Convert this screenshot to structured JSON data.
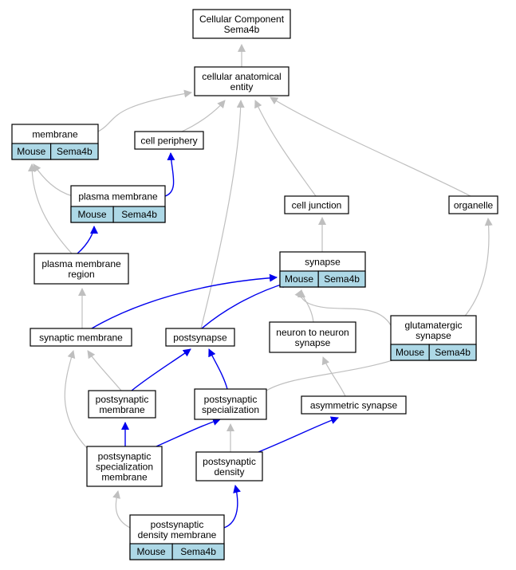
{
  "colors": {
    "badge_fill": "#add8e6",
    "edge_is_a": "#bfbfbf",
    "edge_part_of": "#0000ee",
    "node_stroke": "#000000"
  },
  "nodes": [
    {
      "id": "cc",
      "lines": [
        "Cellular Component",
        "Sema4b"
      ]
    },
    {
      "id": "cae",
      "lines": [
        "cellular anatomical",
        "entity"
      ]
    },
    {
      "id": "membrane",
      "lines": [
        "membrane"
      ],
      "badges": [
        "Mouse",
        "Sema4b"
      ]
    },
    {
      "id": "cellperiph",
      "lines": [
        "cell periphery"
      ]
    },
    {
      "id": "plasmamem",
      "lines": [
        "plasma membrane"
      ],
      "badges": [
        "Mouse",
        "Sema4b"
      ]
    },
    {
      "id": "celljunction",
      "lines": [
        "cell junction"
      ]
    },
    {
      "id": "organelle",
      "lines": [
        "organelle"
      ]
    },
    {
      "id": "pmregion",
      "lines": [
        "plasma membrane",
        "region"
      ]
    },
    {
      "id": "synapse",
      "lines": [
        "synapse"
      ],
      "badges": [
        "Mouse",
        "Sema4b"
      ]
    },
    {
      "id": "synmem",
      "lines": [
        "synaptic membrane"
      ]
    },
    {
      "id": "postsynapse",
      "lines": [
        "postsynapse"
      ]
    },
    {
      "id": "n2n",
      "lines": [
        "neuron to neuron",
        "synapse"
      ]
    },
    {
      "id": "glut",
      "lines": [
        "glutamatergic",
        "synapse"
      ],
      "badges": [
        "Mouse",
        "Sema4b"
      ]
    },
    {
      "id": "psmem",
      "lines": [
        "postsynaptic",
        "membrane"
      ]
    },
    {
      "id": "psspec",
      "lines": [
        "postsynaptic",
        "specialization"
      ]
    },
    {
      "id": "asym",
      "lines": [
        "asymmetric synapse"
      ]
    },
    {
      "id": "psspecmem",
      "lines": [
        "postsynaptic",
        "specialization",
        "membrane"
      ]
    },
    {
      "id": "psd",
      "lines": [
        "postsynaptic",
        "density"
      ]
    },
    {
      "id": "psdmem",
      "lines": [
        "postsynaptic",
        "density membrane"
      ],
      "badges": [
        "Mouse",
        "Sema4b"
      ]
    }
  ],
  "edges": [
    {
      "from": "cae",
      "to": "cc",
      "type": "is_a"
    },
    {
      "from": "membrane",
      "to": "cae",
      "type": "is_a"
    },
    {
      "from": "cellperiph",
      "to": "cae",
      "type": "is_a"
    },
    {
      "from": "postsynapse",
      "to": "cae",
      "type": "is_a"
    },
    {
      "from": "celljunction",
      "to": "cae",
      "type": "is_a"
    },
    {
      "from": "organelle",
      "to": "cae",
      "type": "is_a"
    },
    {
      "from": "plasmamem",
      "to": "membrane",
      "type": "is_a"
    },
    {
      "from": "plasmamem",
      "to": "cellperiph",
      "type": "part_of"
    },
    {
      "from": "pmregion",
      "to": "membrane",
      "type": "is_a"
    },
    {
      "from": "pmregion",
      "to": "plasmamem",
      "type": "part_of"
    },
    {
      "from": "synapse",
      "to": "celljunction",
      "type": "is_a"
    },
    {
      "from": "synmem",
      "to": "pmregion",
      "type": "is_a"
    },
    {
      "from": "synmem",
      "to": "synapse",
      "type": "part_of"
    },
    {
      "from": "postsynapse",
      "to": "synapse",
      "type": "part_of"
    },
    {
      "from": "n2n",
      "to": "synapse",
      "type": "is_a"
    },
    {
      "from": "glut",
      "to": "synapse",
      "type": "is_a"
    },
    {
      "from": "psmem",
      "to": "synmem",
      "type": "is_a"
    },
    {
      "from": "psmem",
      "to": "postsynapse",
      "type": "part_of"
    },
    {
      "from": "psspec",
      "to": "postsynapse",
      "type": "part_of"
    },
    {
      "from": "psspec",
      "to": "organelle",
      "type": "is_a"
    },
    {
      "from": "asym",
      "to": "n2n",
      "type": "is_a"
    },
    {
      "from": "psspecmem",
      "to": "synmem",
      "type": "is_a"
    },
    {
      "from": "psspecmem",
      "to": "psmem",
      "type": "part_of"
    },
    {
      "from": "psspecmem",
      "to": "psspec",
      "type": "part_of"
    },
    {
      "from": "psd",
      "to": "psspec",
      "type": "is_a"
    },
    {
      "from": "psd",
      "to": "asym",
      "type": "part_of"
    },
    {
      "from": "psdmem",
      "to": "psspecmem",
      "type": "is_a"
    },
    {
      "from": "psdmem",
      "to": "psd",
      "type": "part_of"
    }
  ]
}
